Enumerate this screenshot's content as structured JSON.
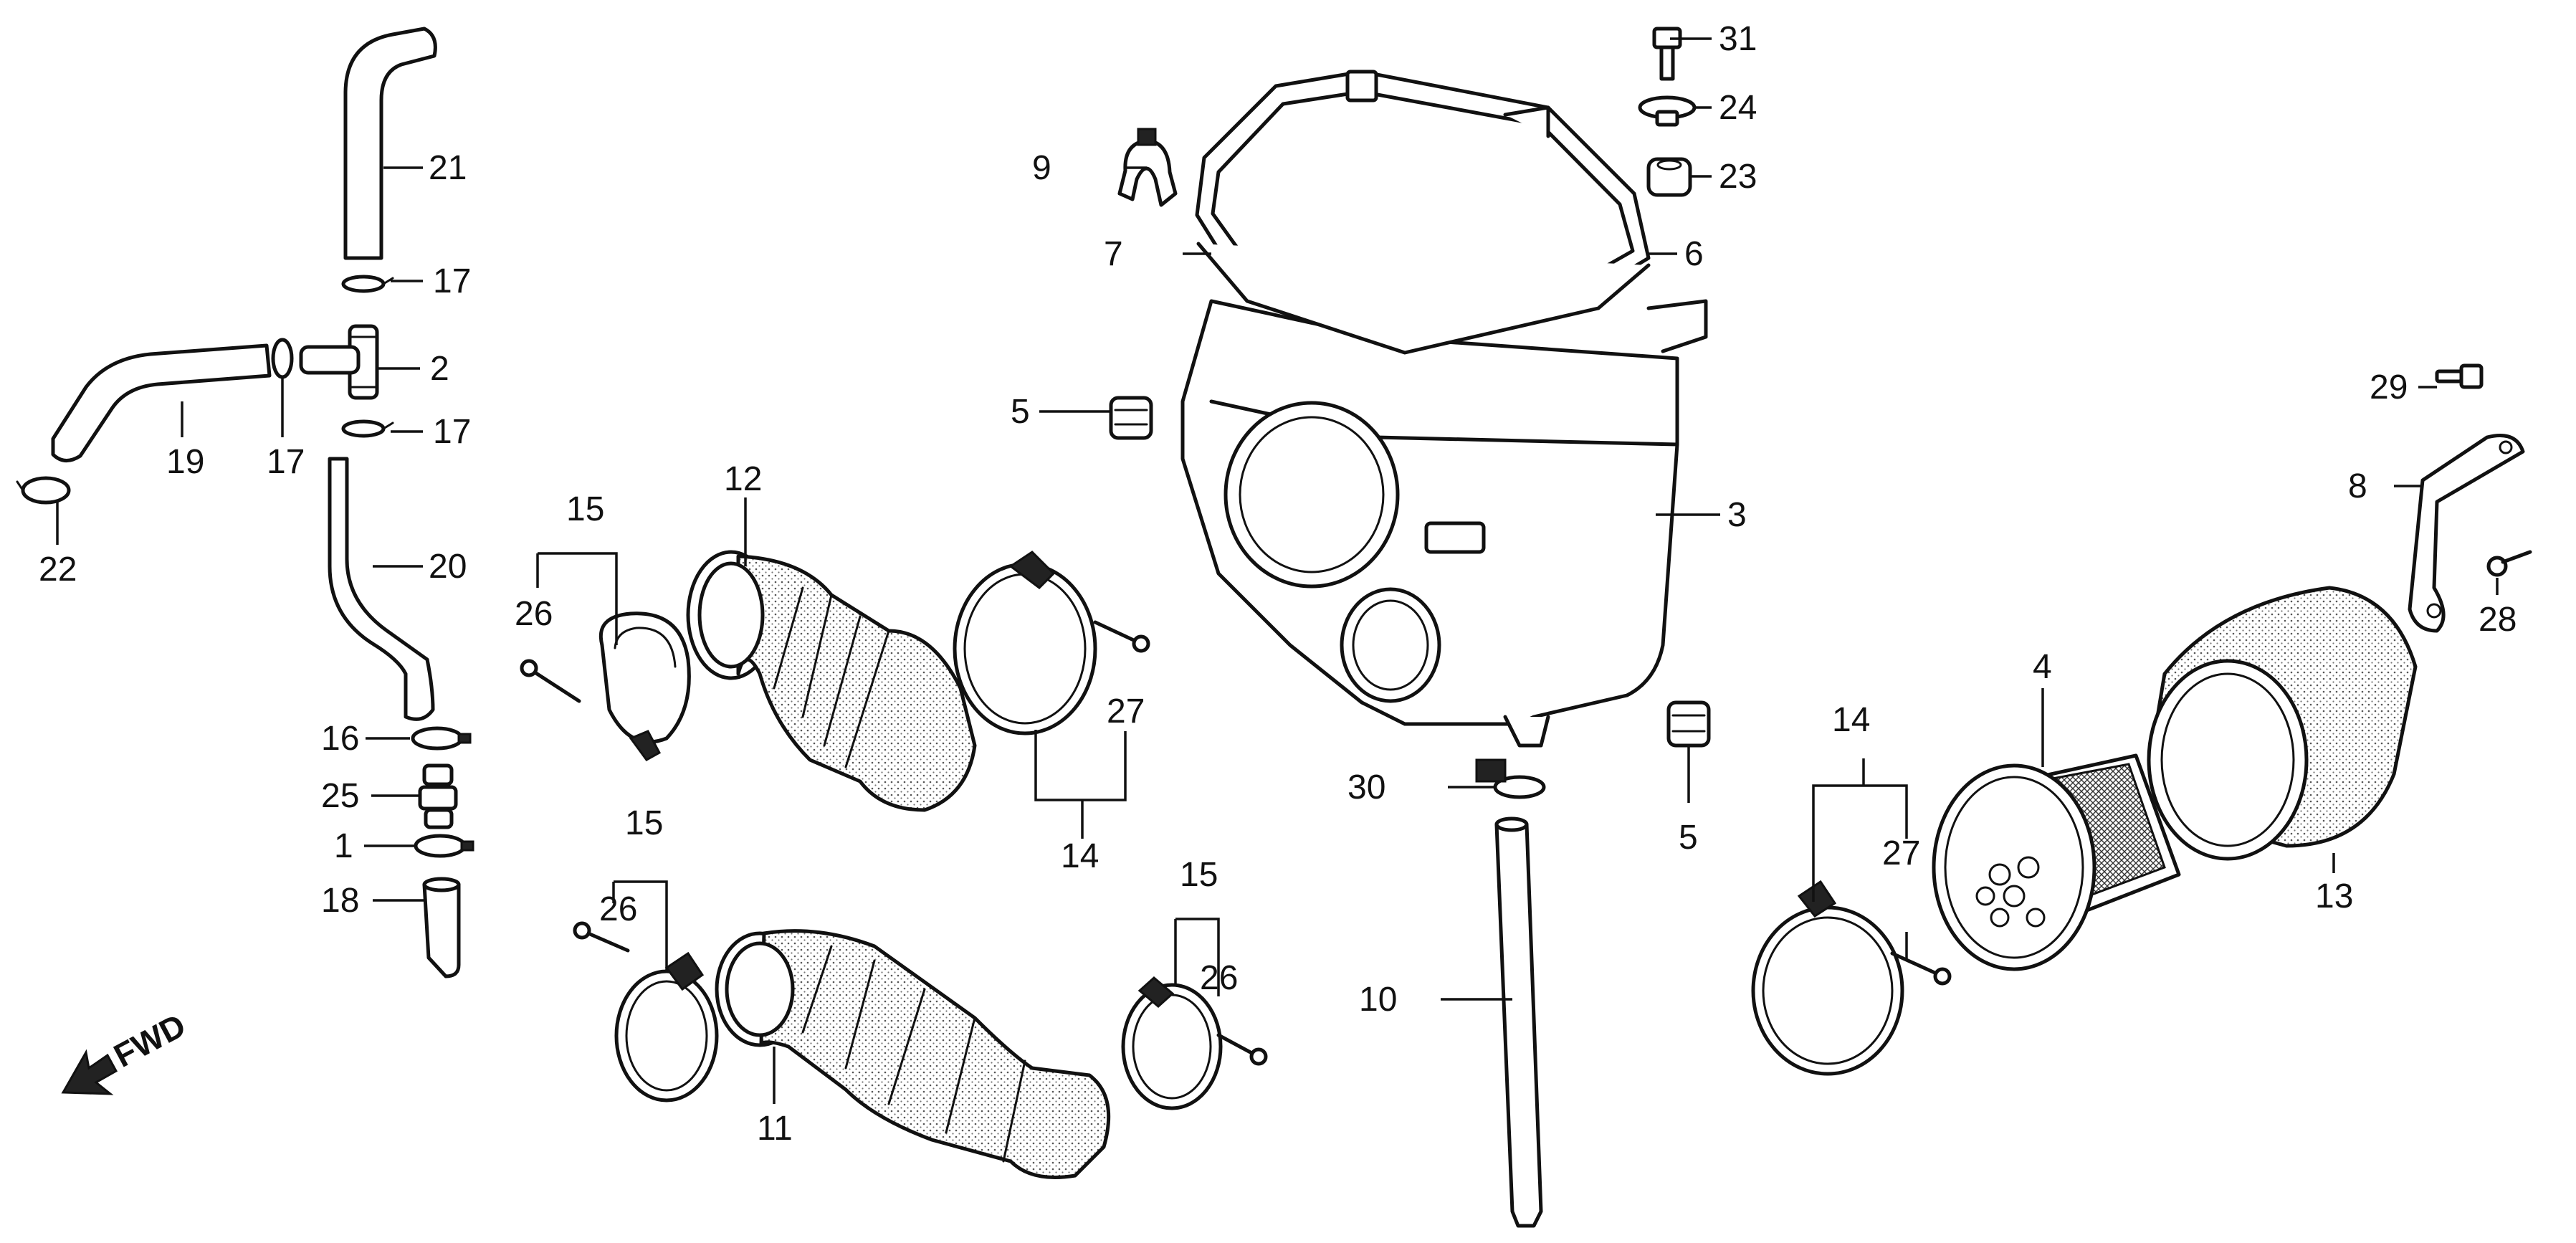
{
  "diagram": {
    "direction_label": "FWD",
    "callouts": {
      "c1": "1",
      "c2": "2",
      "c3": "3",
      "c4": "4",
      "c5a": "5",
      "c5b": "5",
      "c6": "6",
      "c7": "7",
      "c8": "8",
      "c9": "9",
      "c10": "10",
      "c11": "11",
      "c12": "12",
      "c13": "13",
      "c14a": "14",
      "c14b": "14",
      "c15a": "15",
      "c15b": "15",
      "c15c": "15",
      "c16": "16",
      "c17a": "17",
      "c17b": "17",
      "c17c": "17",
      "c18": "18",
      "c19": "19",
      "c20": "20",
      "c21": "21",
      "c22": "22",
      "c23": "23",
      "c24": "24",
      "c25": "25",
      "c26a": "26",
      "c26b": "26",
      "c26c": "26",
      "c27a": "27",
      "c27b": "27",
      "c28": "28",
      "c29": "29",
      "c30": "30",
      "c31": "31"
    }
  }
}
